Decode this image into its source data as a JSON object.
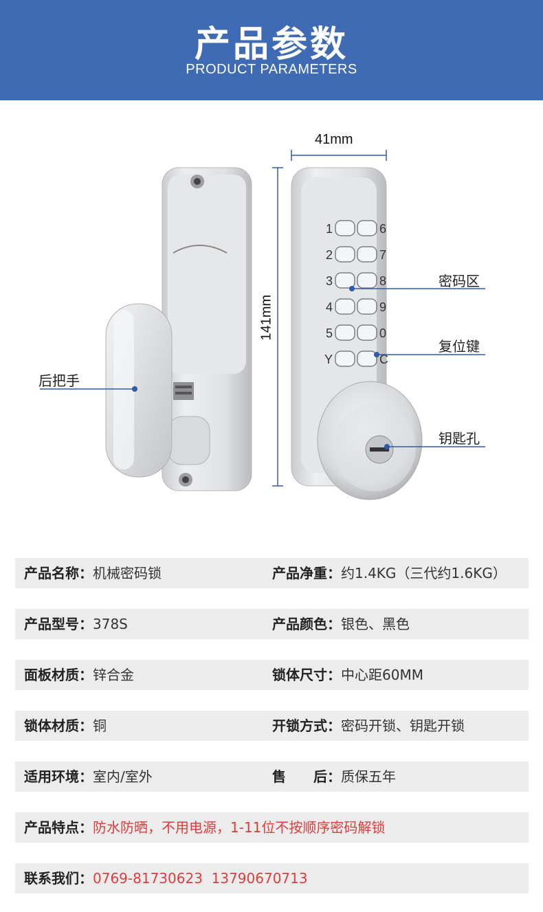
{
  "header": {
    "title": "产品参数",
    "subtitle": "PRODUCT PARAMETERS",
    "bg_color": "#3f6bb4"
  },
  "figure": {
    "width_dim": "41mm",
    "height_dim": "141mm",
    "callouts": {
      "password_area": "密码区",
      "reset_key": "复位键",
      "keyhole": "钥匙孔",
      "rear_handle": "后把手"
    },
    "keypad_left": [
      "1",
      "2",
      "3",
      "4",
      "5",
      "Y"
    ],
    "keypad_right": [
      "6",
      "7",
      "8",
      "9",
      "0",
      "C"
    ]
  },
  "specs": [
    {
      "label1": "产品名称：",
      "value1": "机械密码锁",
      "label2": "产品净重：",
      "value2": "约1.4KG（三代约1.6KG）"
    },
    {
      "label1": "产品型号：",
      "value1": "378S",
      "label2": "产品颜色：",
      "value2": "银色、黑色"
    },
    {
      "label1": "面板材质：",
      "value1": "锌合金",
      "label2": "锁体尺寸：",
      "value2": "中心距60MM"
    },
    {
      "label1": "锁体材质：",
      "value1": "铜",
      "label2": "开锁方式：",
      "value2": "密码开锁、钥匙开锁"
    },
    {
      "label1": "适用环境：",
      "value1": "室内/室外",
      "label2": "售　　后：",
      "value2": "质保五年"
    }
  ],
  "features": {
    "label": "产品特点：",
    "value": "防水防晒，不用电源，1-11位不按顺序密码解锁"
  },
  "contact": {
    "label": "联系我们：",
    "value": "0769-81730623  13790670713"
  },
  "accent_red": "#e23b3b",
  "callout_blue": "#2f5aa8"
}
